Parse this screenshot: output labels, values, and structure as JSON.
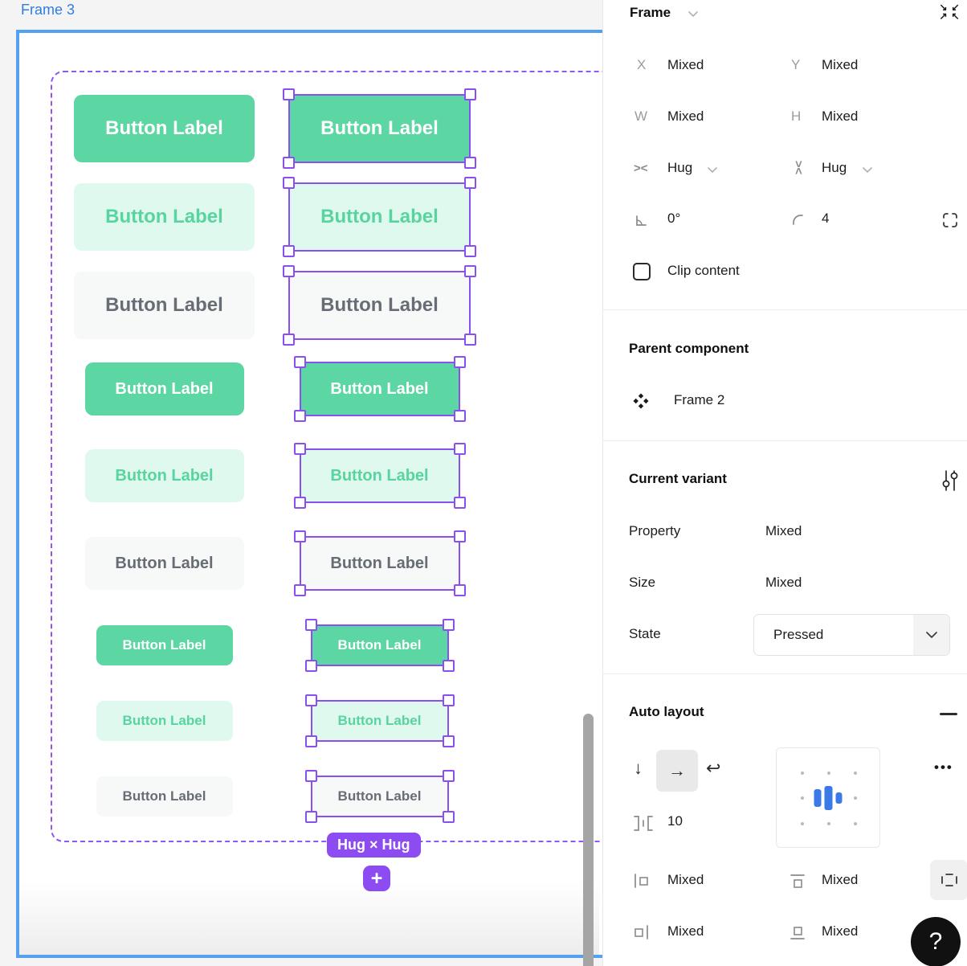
{
  "canvas": {
    "frame_label": "Frame 3",
    "button_label": "Button Label",
    "size_badge": "Hug × Hug",
    "add_button_glyph": "+",
    "component_rows": [
      {
        "size": "lg",
        "style": "solid"
      },
      {
        "size": "lg",
        "style": "tint"
      },
      {
        "size": "lg",
        "style": "ghost"
      },
      {
        "size": "md",
        "style": "solid"
      },
      {
        "size": "md",
        "style": "tint"
      },
      {
        "size": "md",
        "style": "ghost"
      },
      {
        "size": "sm",
        "style": "solid"
      },
      {
        "size": "sm",
        "style": "tint"
      },
      {
        "size": "sm",
        "style": "ghost"
      }
    ]
  },
  "panel": {
    "title": "Frame",
    "position": {
      "x_label": "X",
      "x_value": "Mixed",
      "y_label": "Y",
      "y_value": "Mixed",
      "w_label": "W",
      "w_value": "Mixed",
      "h_label": "H",
      "h_value": "Mixed",
      "horizontal_sizing": "Hug",
      "vertical_sizing": "Hug",
      "rotation": "0°",
      "corner_radius": "4",
      "clip_content_label": "Clip content"
    },
    "parent_component": {
      "heading": "Parent component",
      "name": "Frame 2"
    },
    "current_variant": {
      "heading": "Current variant",
      "properties": [
        {
          "label": "Property",
          "value": "Mixed"
        },
        {
          "label": "Size",
          "value": "Mixed"
        }
      ],
      "state_label": "State",
      "state_value": "Pressed"
    },
    "auto_layout": {
      "heading": "Auto layout",
      "spacing_value": "10",
      "padding_left": "Mixed",
      "padding_top": "Mixed",
      "padding_right": "Mixed",
      "padding_bottom": "Mixed"
    },
    "help_label": "?"
  },
  "icons": {
    "collapse_arrows": [
      "↘",
      "↙",
      "↗",
      "↖"
    ],
    "hug_horizontal_glyph": "><",
    "direction_down": "↓",
    "direction_right": "→",
    "wrap_arrow": "↩",
    "more_options": "•••"
  },
  "colors": {
    "accent_purple": "#8d4bf2",
    "frame_blue": "#55a1ef",
    "frame_label_blue": "#2e7de1",
    "button_green": "#5cd6a2",
    "button_mint": "#e0f9ee",
    "button_gray": "#f7f8f8",
    "align_bars_blue": "#3b79e8"
  }
}
